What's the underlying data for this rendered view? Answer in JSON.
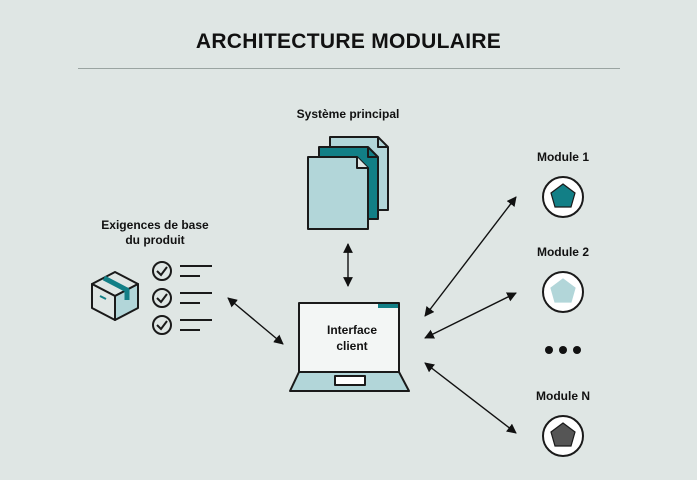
{
  "title": "ARCHITECTURE MODULAIRE",
  "main_system": {
    "label": "Système principal"
  },
  "requirements": {
    "label_line1": "Exigences de base",
    "label_line2": "du produit",
    "checklist_items": 3
  },
  "client": {
    "label_line1": "Interface",
    "label_line2": "client"
  },
  "modules": [
    {
      "label": "Module 1",
      "icon": "pentagon-icon",
      "fill": "#127f86"
    },
    {
      "label": "Module 2",
      "icon": "pentagon-icon",
      "fill": "#b2d6d9"
    },
    {
      "label": "Module N",
      "icon": "pentagon-icon",
      "fill": "#555555"
    }
  ],
  "ellipsis": "•••",
  "colors": {
    "background": "#dfe6e4",
    "teal": "#127f86",
    "light_teal": "#b2d6d9",
    "outline": "#1a1a1a"
  }
}
